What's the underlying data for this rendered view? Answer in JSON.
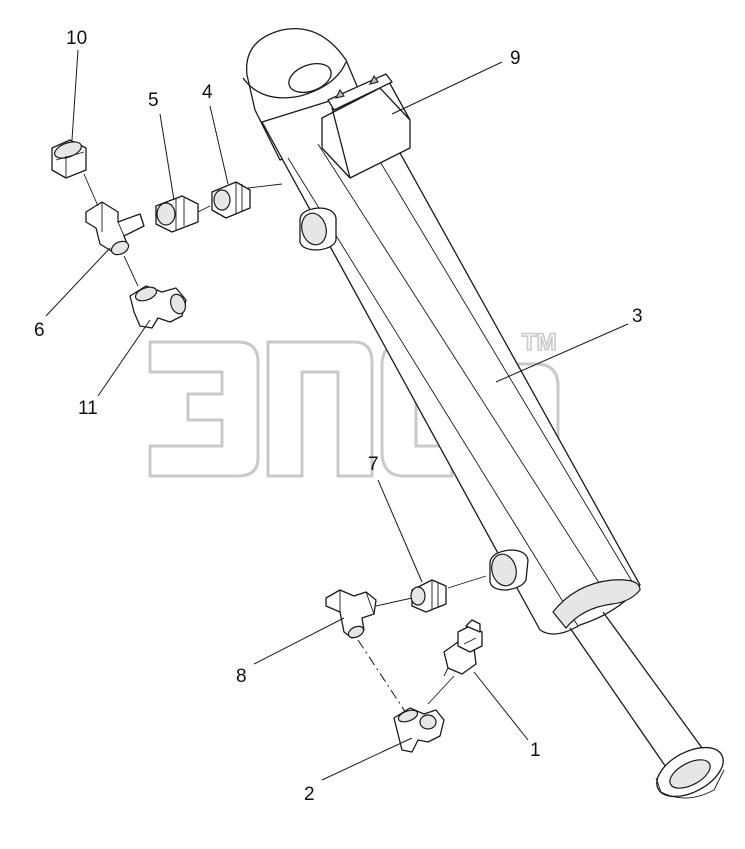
{
  "watermark": {
    "trademark": "TM"
  },
  "callouts": [
    {
      "id": "callout-1",
      "label": "1"
    },
    {
      "id": "callout-2",
      "label": "2"
    },
    {
      "id": "callout-3",
      "label": "3"
    },
    {
      "id": "callout-4",
      "label": "4"
    },
    {
      "id": "callout-5",
      "label": "5"
    },
    {
      "id": "callout-6",
      "label": "6"
    },
    {
      "id": "callout-7",
      "label": "7"
    },
    {
      "id": "callout-8",
      "label": "8"
    },
    {
      "id": "callout-9",
      "label": "9"
    },
    {
      "id": "callout-10",
      "label": "10"
    },
    {
      "id": "callout-11",
      "label": "11"
    }
  ],
  "colors": {
    "line": "#1a1a1a",
    "watermark": "#c9c9c9",
    "background": "#ffffff"
  }
}
